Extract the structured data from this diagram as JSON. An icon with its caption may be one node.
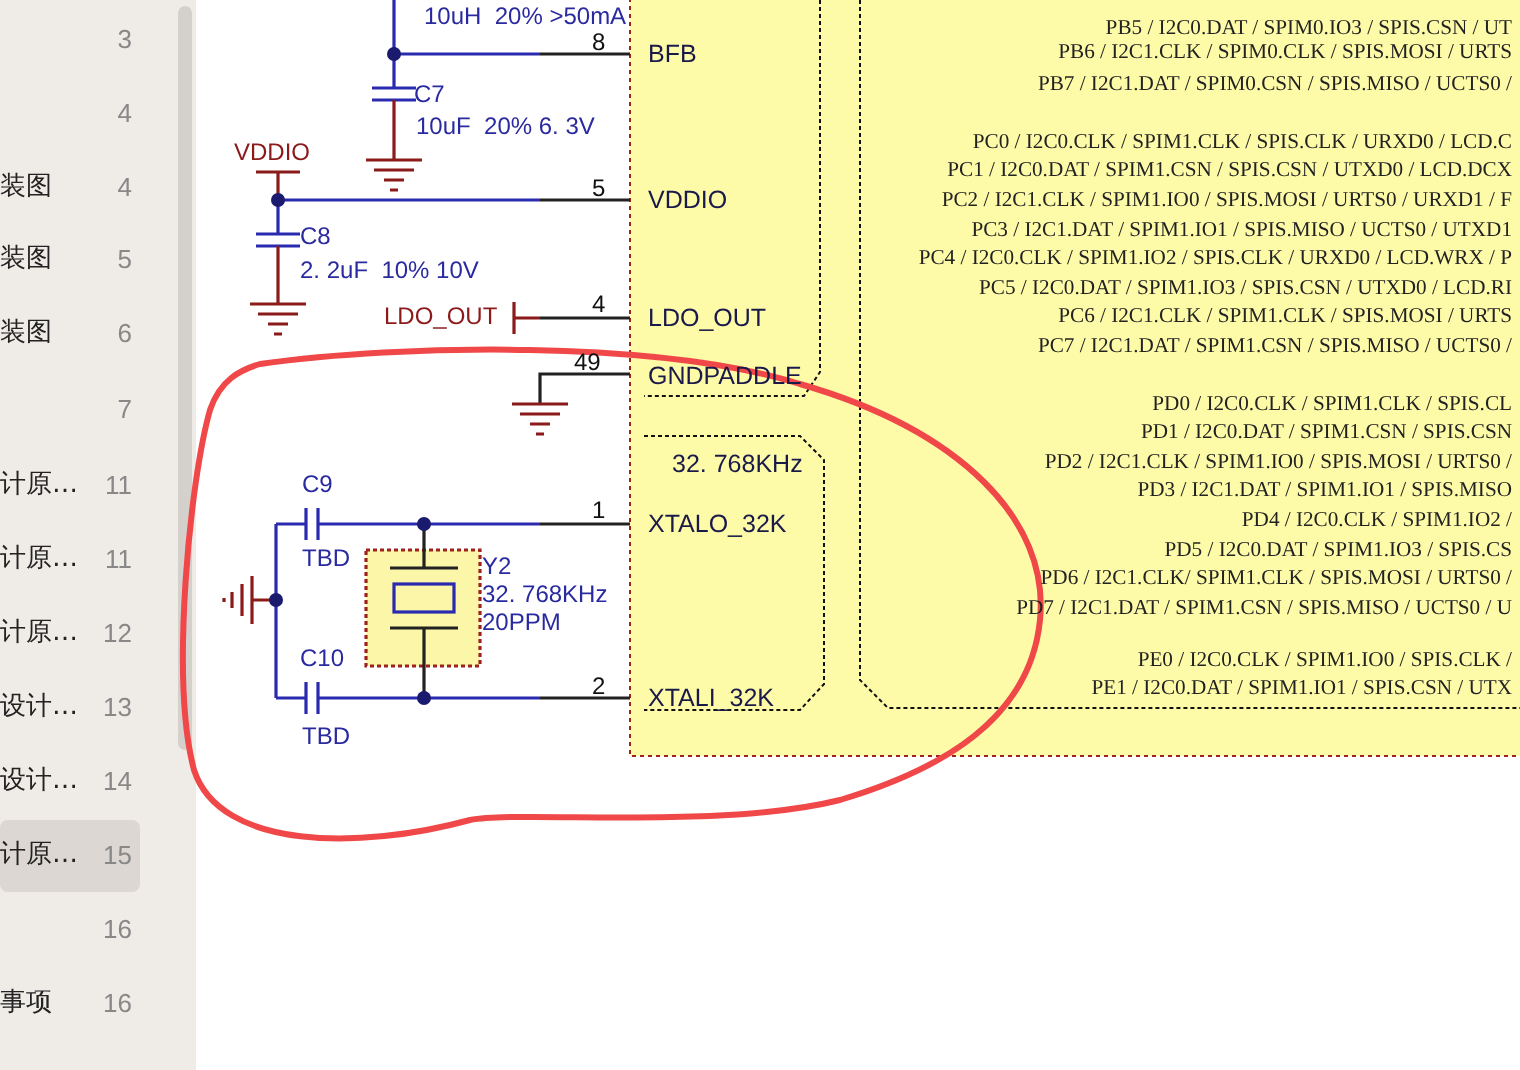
{
  "diagram": {
    "labels": [
      "3",
      "4",
      "装图",
      "4",
      "装图",
      "5",
      "装图",
      "6",
      "7",
      "计原…",
      "11",
      "计原…",
      "11",
      "计原…",
      "12",
      "设计…",
      "13",
      "设计…",
      "14",
      "计原…",
      "15",
      "16",
      "事项",
      "16",
      "10uH  20% >50mA",
      "8",
      "BFB",
      "C7",
      "10uF  20% 6. 3V",
      "VDDIO",
      "5",
      "VDDIO",
      "C8",
      "2. 2uF  10% 10V",
      "LDO_OUT",
      "4",
      "LDO_OUT",
      "49",
      "GNDPADDLE",
      "32. 768KHz",
      "C9",
      "1",
      "XTALO_32K",
      "TBD",
      "Y2",
      "32. 768KHz",
      "20PPM",
      "C10",
      "2",
      "XTALI_32K",
      "TBD",
      "PB5 / I2C0.DAT / SPIM0.IO3 / SPIS.CSN / UT",
      "PB6 / I2C1.CLK / SPIM0.CLK / SPIS.MOSI / URTS",
      "PB7 / I2C1.DAT / SPIM0.CSN / SPIS.MISO / UCTS0 /",
      "PC0 / I2C0.CLK / SPIM1.CLK / SPIS.CLK / URXD0 / LCD.C",
      "PC1 / I2C0.DAT / SPIM1.CSN / SPIS.CSN / UTXD0 / LCD.DCX",
      "PC2 / I2C1.CLK / SPIM1.IO0 / SPIS.MOSI / URTS0 / URXD1 / F",
      "PC3 / I2C1.DAT / SPIM1.IO1 / SPIS.MISO / UCTS0 / UTXD1",
      "PC4 / I2C0.CLK / SPIM1.IO2 / SPIS.CLK / URXD0 / LCD.WRX / P",
      "PC5 / I2C0.DAT / SPIM1.IO3 / SPIS.CSN / UTXD0 / LCD.RI",
      "PC6 / I2C1.CLK / SPIM1.CLK / SPIS.MOSI / URTS",
      "PC7 / I2C1.DAT / SPIM1.CSN / SPIS.MISO / UCTS0 /",
      "PD0 / I2C0.CLK / SPIM1.CLK / SPIS.CL",
      "PD1 / I2C0.DAT / SPIM1.CSN / SPIS.CSN",
      "PD2 / I2C1.CLK / SPIM1.IO0 / SPIS.MOSI / URTS0 /",
      "PD3 / I2C1.DAT / SPIM1.IO1 / SPIS.MISO",
      "PD4 / I2C0.CLK / SPIM1.IO2 /",
      "PD5 / I2C0.DAT / SPIM1.IO3 / SPIS.CS",
      "PD6 / I2C1.CLK/ SPIM1.CLK / SPIS.MOSI / URTS0 /",
      "PD7 / I2C1.DAT / SPIM1.CSN / SPIS.MISO / UCTS0 / U",
      "PE0 / I2C0.CLK / SPIM1.IO0 / SPIS.CLK /",
      "PE1 / I2C0.DAT / SPIM1.IO1 / SPIS.CSN / UTX"
    ]
  }
}
